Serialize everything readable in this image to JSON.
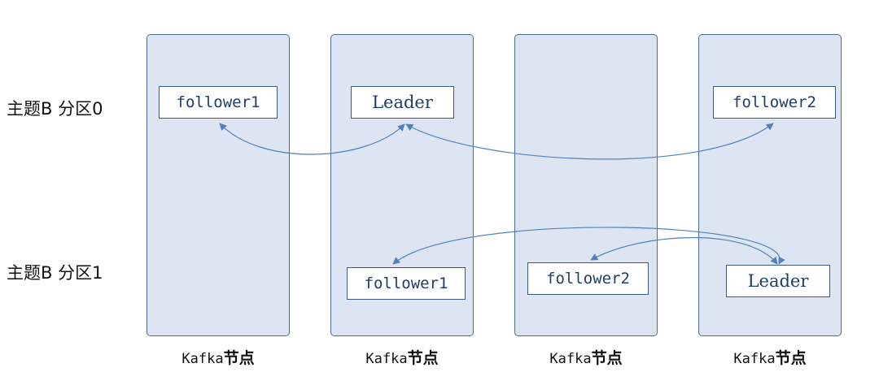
{
  "row_labels": [
    "主题B  分区0",
    "主题B  分区1"
  ],
  "nodes": [
    {
      "name": "Kafka",
      "suffix": "节点"
    },
    {
      "name": "Kafka",
      "suffix": "节点"
    },
    {
      "name": "Kafka",
      "suffix": "节点"
    },
    {
      "name": "Kafka",
      "suffix": "节点"
    }
  ],
  "partition0": {
    "replicas": [
      "follower1",
      "Leader",
      "follower2"
    ]
  },
  "partition1": {
    "replicas": [
      "follower1",
      "follower2",
      "Leader"
    ]
  },
  "colors": {
    "column_fill": "#dce5f1",
    "column_border": "#4a6b94",
    "arrow": "#4f81bd",
    "replica_text": "#1f3d66"
  }
}
